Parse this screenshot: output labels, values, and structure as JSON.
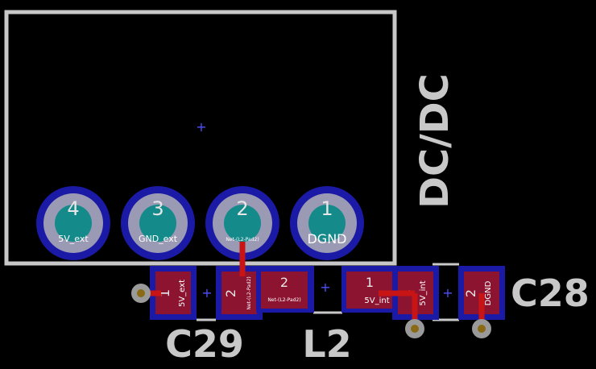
{
  "colors": {
    "background": "#000000",
    "silkscreen": "#c8c8c8",
    "pad_outline": "#1a1aa6",
    "pad_fill": "#8c1430",
    "pad_ring": "#9a9ab4",
    "drill": "#148a8a",
    "trace": "#c81414",
    "via_ring": "#9a9a9a",
    "via_hole": "#8a6a14",
    "anchor": "#5050ff"
  },
  "dcdc_module": {
    "label": "DC/DC",
    "pins": [
      {
        "number": "4",
        "net": "5V_ext"
      },
      {
        "number": "3",
        "net": "GND_ext"
      },
      {
        "number": "2",
        "net": "Net-(L2-Pad2)"
      },
      {
        "number": "1",
        "net": "DGND"
      }
    ]
  },
  "c29": {
    "designator": "C29",
    "pads": [
      {
        "number": "1",
        "net": "5V_ext"
      },
      {
        "number": "2",
        "net": "Net-(L2-Pad2)"
      }
    ]
  },
  "l2": {
    "designator": "L2",
    "pads": [
      {
        "number": "2",
        "net": "Net-(L2-Pad2)"
      },
      {
        "number": "1",
        "net": "5V_int"
      }
    ]
  },
  "c28": {
    "designator": "C28",
    "pads": [
      {
        "number": "1",
        "net": "5V_int"
      },
      {
        "number": "2",
        "net": "DGND"
      }
    ]
  },
  "anchor_glyph": "+"
}
